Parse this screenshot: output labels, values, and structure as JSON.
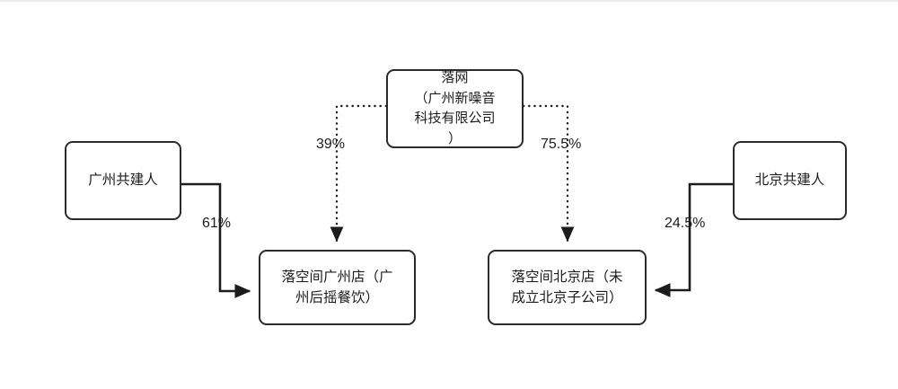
{
  "diagram": {
    "type": "org-ownership-structure",
    "background_color": "#ffffff",
    "line_color": "#2b2b2b",
    "nodes": [
      {
        "id": "luowang",
        "label": "落网\n（广州新噪音\n科技有限公司\n）",
        "role": "parent-company"
      },
      {
        "id": "gz_partner",
        "label": "广州共建人",
        "role": "co-founder"
      },
      {
        "id": "bj_partner",
        "label": "北京共建人",
        "role": "co-founder"
      },
      {
        "id": "gz_store",
        "label": "落空间广州店（广\n州后摇餐饮）",
        "role": "subsidiary-store"
      },
      {
        "id": "bj_store",
        "label": "落空间北京店（未\n成立北京子公司）",
        "role": "subsidiary-store"
      }
    ],
    "edges": [
      {
        "id": "luowang-to-gz-store",
        "from": "luowang",
        "to": "gz_store",
        "label": "39%",
        "style": "dotted"
      },
      {
        "id": "luowang-to-bj-store",
        "from": "luowang",
        "to": "bj_store",
        "label": "75.5%",
        "style": "dotted"
      },
      {
        "id": "gz-partner-to-gz-store",
        "from": "gz_partner",
        "to": "gz_store",
        "label": "61%",
        "style": "solid"
      },
      {
        "id": "bj-partner-to-bj-store",
        "from": "bj_partner",
        "to": "bj_store",
        "label": "24.5%",
        "style": "solid"
      }
    ]
  }
}
